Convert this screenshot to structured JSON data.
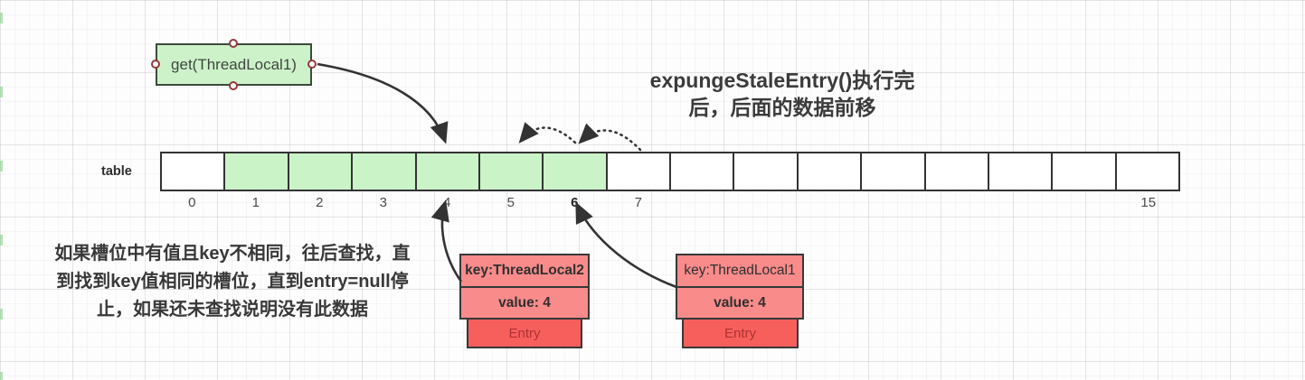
{
  "get_box": {
    "label": "get(ThreadLocal1)"
  },
  "title": {
    "line1": "expungeStaleEntry()执行完",
    "line2": "后，后面的数据前移"
  },
  "note": {
    "lines": [
      "如果槽位中有值且key不相同，往后查找，直",
      "到找到key值相同的槽位，直到entry=null停",
      "止，如果还未查找说明没有此数据"
    ]
  },
  "table": {
    "label": "table",
    "cell_count": 16,
    "green_cells": [
      1,
      2,
      3,
      4,
      5,
      6
    ],
    "bold_index": 6,
    "index_labels": [
      "0",
      "1",
      "2",
      "3",
      "4",
      "5",
      "6",
      "7",
      "",
      "",
      "",
      "",
      "",
      "",
      "",
      "15"
    ]
  },
  "entries": [
    {
      "key": "key:ThreadLocal2",
      "key_bold": true,
      "value": "value: 4",
      "entry": "Entry"
    },
    {
      "key": "key:ThreadLocal1",
      "key_bold": false,
      "value": "value: 4",
      "entry": "Entry"
    }
  ],
  "colors": {
    "cell_green": "#cbf3c8",
    "node_green": "#cdf2ca",
    "entry_salmon": "#f98b8b",
    "entry_red": "#f75f5d",
    "entry_text_red": "#ae3231",
    "arrow": "#333333",
    "handle_ring": "#94393b",
    "text_dark": "#3b3b3b"
  }
}
